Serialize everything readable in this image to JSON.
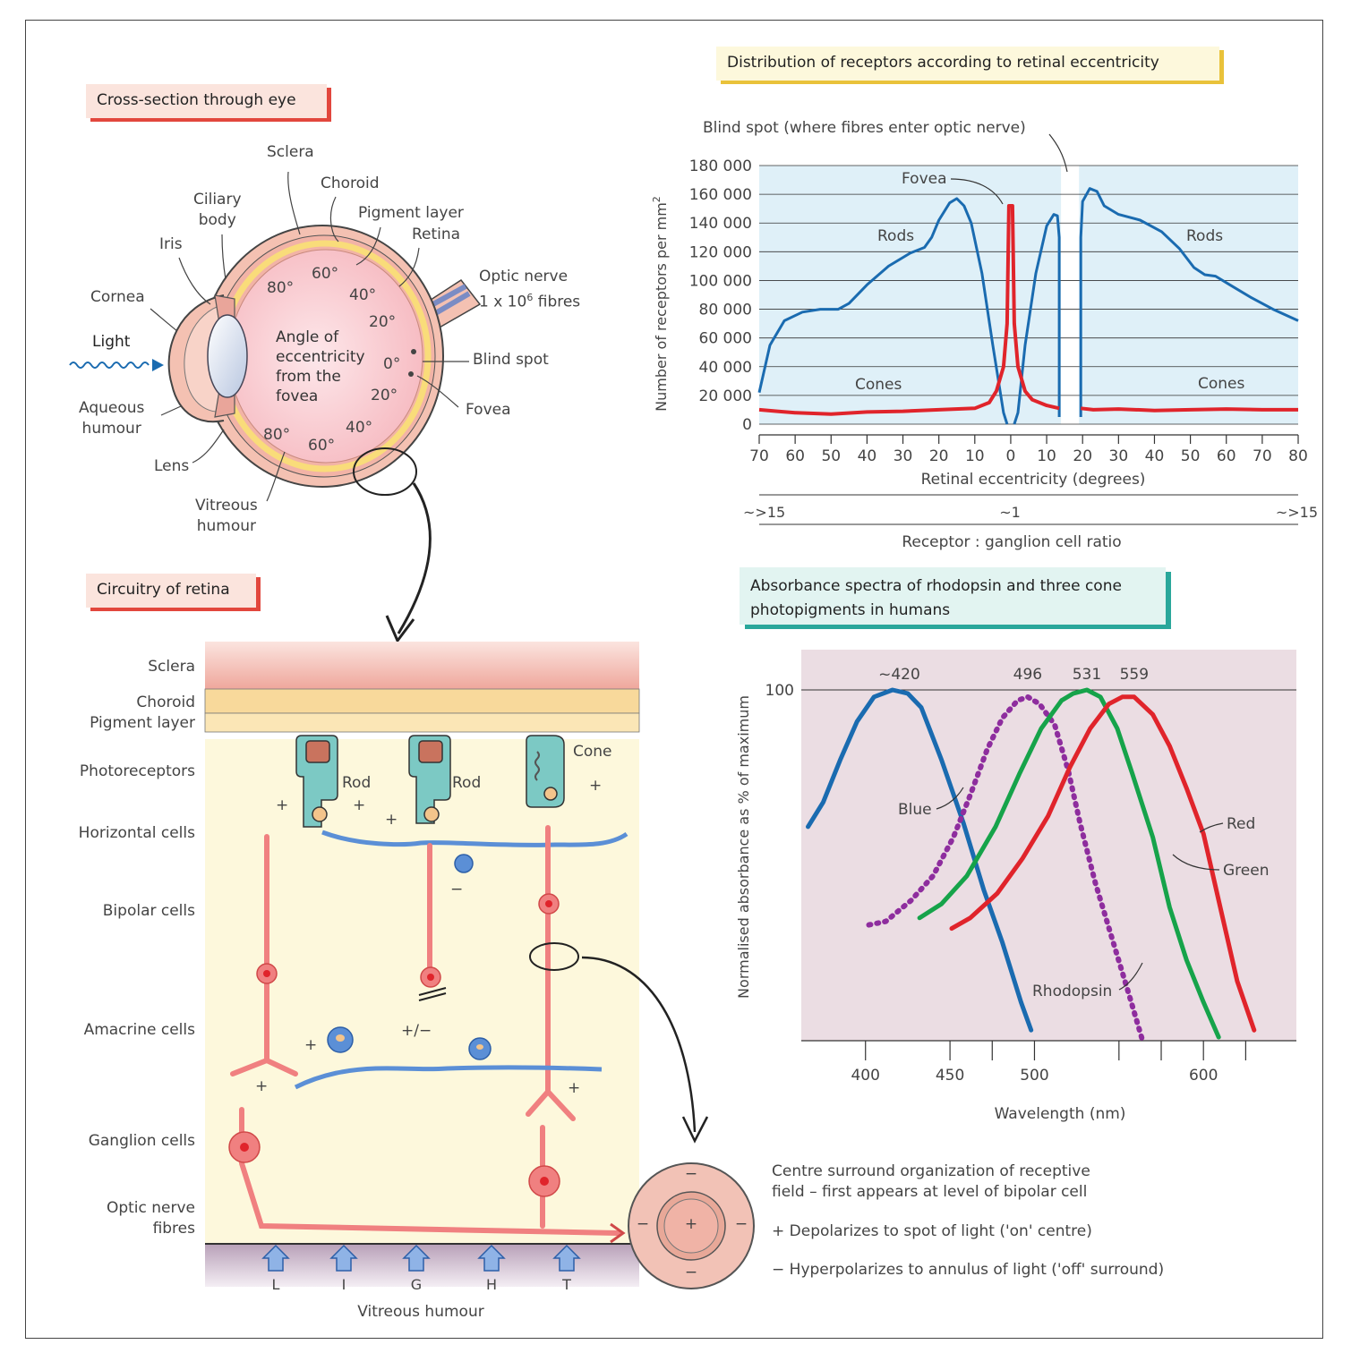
{
  "titles": {
    "cross_section": "Cross-section through eye",
    "circuitry": "Circuitry of retina",
    "distribution": "Distribution of receptors according to retinal eccentricity",
    "absorbance_line1": "Absorbance spectra of rhodopsin and three cone",
    "absorbance_line2": "photopigments in humans"
  },
  "eye_labels": {
    "sclera": "Sclera",
    "choroid": "Choroid",
    "ciliary_body_1": "Ciliary",
    "ciliary_body_2": "body",
    "pigment_layer": "Pigment layer",
    "retina": "Retina",
    "iris": "Iris",
    "cornea": "Cornea",
    "optic_nerve_1": "Optic nerve",
    "optic_nerve_2": "1 x 10",
    "optic_nerve_exp": "6",
    "optic_nerve_3": " fibres",
    "light": "Light",
    "aqueous_1": "Aqueous",
    "aqueous_2": "humour",
    "lens": "Lens",
    "vitreous_1": "Vitreous",
    "vitreous_2": "humour",
    "blind_spot": "Blind spot",
    "fovea": "Fovea",
    "angle_1": "Angle of",
    "angle_2": "eccentricity",
    "angle_3": "from the",
    "angle_4": "fovea",
    "deg_80a": "80°",
    "deg_60a": "60°",
    "deg_40a": "40°",
    "deg_20a": "20°",
    "deg_0": "0°",
    "deg_20b": "20°",
    "deg_40b": "40°",
    "deg_60b": "60°",
    "deg_80b": "80°"
  },
  "retina_layers": {
    "sclera": "Sclera",
    "choroid": "Choroid",
    "pigment": "Pigment layer",
    "photoreceptors": "Photoreceptors",
    "horizontal": "Horizontal cells",
    "bipolar": "Bipolar cells",
    "amacrine": "Amacrine cells",
    "ganglion": "Ganglion cells",
    "optic_1": "Optic nerve",
    "optic_2": "fibres",
    "vitreous": "Vitreous humour"
  },
  "retina_cells": {
    "rod1": "Rod",
    "rod2": "Rod",
    "cone": "Cone",
    "plus": "+",
    "minus": "−",
    "plusminus": "+/−"
  },
  "light_letters": [
    "L",
    "I",
    "G",
    "H",
    "T"
  ],
  "receptive_field": {
    "line1": "Centre surround organization of receptive",
    "line2": "field – first appears at level of bipolar cell",
    "on_sign": "+",
    "on_text": "Depolarizes to spot of light ('on' centre)",
    "off_sign": "−",
    "off_text": "Hyperpolarizes to annulus of light ('off' surround)",
    "centre_sign": "+",
    "surround_sign": "−"
  },
  "colors": {
    "rods": "#1a6bb0",
    "cones": "#e0242b",
    "blue": "#1a6bb0",
    "rhodopsin": "#8e2d9e",
    "green": "#16a34a",
    "red": "#e0242b",
    "chart_bg_receptors": "#dff0f8",
    "chart_bg_absorb": "#ebdde3",
    "neuron_red": "#f08080",
    "neuron_blue": "#5b8fd6",
    "receptor_teal": "#7cc9c4"
  },
  "chart_data": [
    {
      "type": "line",
      "title": "Distribution of receptors according to retinal eccentricity",
      "xlabel": "Retinal eccentricity (degrees)",
      "ylabel": "Number of receptors per mm²",
      "ylabel_main": "Number of receptors per mm",
      "ylabel_sup": "2",
      "x_ticks": [
        "70",
        "60",
        "50",
        "40",
        "30",
        "20",
        "10",
        "0",
        "10",
        "20",
        "30",
        "40",
        "50",
        "60",
        "70",
        "80"
      ],
      "x_tick_values": [
        -70,
        -60,
        -50,
        -40,
        -30,
        -20,
        -10,
        0,
        10,
        20,
        30,
        40,
        50,
        60,
        70,
        80
      ],
      "y_ticks": [
        "0",
        "20 000",
        "40 000",
        "60 000",
        "80 000",
        "100 000",
        "120 000",
        "140 000",
        "160 000",
        "180 000"
      ],
      "y_tick_values": [
        0,
        20000,
        40000,
        60000,
        80000,
        100000,
        120000,
        140000,
        160000,
        180000
      ],
      "xlim": [
        -70,
        80
      ],
      "ylim": [
        0,
        180000
      ],
      "grid": true,
      "blind_spot_range": [
        14,
        19
      ],
      "annotations": {
        "blind_spot": "Blind spot (where fibres enter optic nerve)",
        "fovea": "Fovea",
        "rods_left": "Rods",
        "rods_right": "Rods",
        "cones_left": "Cones",
        "cones_right": "Cones"
      },
      "series": [
        {
          "name": "Rods",
          "segments": [
            [
              [
                -70,
                22000
              ],
              [
                -67,
                55000
              ],
              [
                -63,
                72000
              ],
              [
                -58,
                78000
              ],
              [
                -53,
                80000
              ],
              [
                -48,
                80000
              ],
              [
                -45,
                84000
              ],
              [
                -40,
                97000
              ],
              [
                -34,
                110000
              ],
              [
                -28,
                119000
              ],
              [
                -24,
                123000
              ],
              [
                -22,
                130000
              ],
              [
                -20,
                142000
              ],
              [
                -17,
                154000
              ],
              [
                -15,
                157000
              ],
              [
                -13,
                152000
              ],
              [
                -11,
                140000
              ],
              [
                -8,
                105000
              ],
              [
                -5,
                55000
              ],
              [
                -2,
                8000
              ],
              [
                -1,
                0
              ]
            ],
            [
              [
                1,
                0
              ],
              [
                2,
                8000
              ],
              [
                4,
                55000
              ],
              [
                7,
                105000
              ],
              [
                10,
                138000
              ],
              [
                12,
                146000
              ],
              [
                13,
                145000
              ],
              [
                13.5,
                130000
              ],
              [
                13.5,
                5000
              ]
            ],
            [
              [
                19.5,
                5000
              ],
              [
                19.5,
                130000
              ],
              [
                20,
                155000
              ],
              [
                22,
                164000
              ],
              [
                24,
                162000
              ],
              [
                26,
                152000
              ],
              [
                30,
                146000
              ],
              [
                36,
                142000
              ],
              [
                42,
                134000
              ],
              [
                47,
                122000
              ],
              [
                51,
                109000
              ],
              [
                54,
                104000
              ],
              [
                57,
                103000
              ],
              [
                61,
                97000
              ],
              [
                67,
                88000
              ],
              [
                73,
                80000
              ],
              [
                80,
                72000
              ]
            ]
          ]
        },
        {
          "name": "Cones",
          "segments": [
            [
              [
                -70,
                10000
              ],
              [
                -65,
                9000
              ],
              [
                -60,
                8000
              ],
              [
                -50,
                7000
              ],
              [
                -40,
                8500
              ],
              [
                -30,
                9000
              ],
              [
                -20,
                10000
              ],
              [
                -10,
                11000
              ],
              [
                -6,
                15000
              ],
              [
                -4,
                23000
              ],
              [
                -2,
                40000
              ],
              [
                -1,
                70000
              ],
              [
                -0.5,
                152000
              ],
              [
                0.5,
                152000
              ],
              [
                1,
                70000
              ],
              [
                2,
                40000
              ],
              [
                4,
                23000
              ],
              [
                6,
                17000
              ],
              [
                10,
                13000
              ],
              [
                13.5,
                11000
              ]
            ],
            [
              [
                19.5,
                11000
              ],
              [
                23,
                10000
              ],
              [
                30,
                10500
              ],
              [
                40,
                9500
              ],
              [
                50,
                10000
              ],
              [
                60,
                10500
              ],
              [
                70,
                10000
              ],
              [
                80,
                10000
              ]
            ]
          ]
        }
      ],
      "ratio_axis": {
        "label": "Receptor : ganglion cell ratio",
        "left": "~>15",
        "middle": "~1",
        "right": "~>15"
      }
    },
    {
      "type": "line",
      "title": "Absorbance spectra of rhodopsin and three cone photopigments in humans",
      "xlabel": "Wavelength (nm)",
      "ylabel": "Normalised absorbance as % of maximum",
      "x_ticks": [
        "400",
        "450",
        "500",
        "600"
      ],
      "x_tick_values": [
        400,
        450,
        500,
        600
      ],
      "y_ticks": [
        "100"
      ],
      "y_tick_values": [
        100
      ],
      "xlim": [
        362,
        655
      ],
      "ylim": [
        0,
        100
      ],
      "peak_labels": [
        "~420",
        "496",
        "531",
        "559"
      ],
      "peak_values": [
        420,
        496,
        531,
        559
      ],
      "series": [
        {
          "name": "Blue",
          "style": "solid",
          "points": [
            [
              366,
              61
            ],
            [
              375,
              68
            ],
            [
              385,
              80
            ],
            [
              395,
              91
            ],
            [
              405,
              98
            ],
            [
              416,
              100
            ],
            [
              425,
              99
            ],
            [
              433,
              95
            ],
            [
              445,
              80
            ],
            [
              458,
              62
            ],
            [
              470,
              43
            ],
            [
              481,
              28
            ],
            [
              492,
              11
            ],
            [
              498,
              3
            ]
          ]
        },
        {
          "name": "Rhodopsin",
          "style": "dotted",
          "points": [
            [
              402,
              33
            ],
            [
              412,
              34
            ],
            [
              427,
              40
            ],
            [
              440,
              47
            ],
            [
              452,
              58
            ],
            [
              462,
              70
            ],
            [
              472,
              83
            ],
            [
              481,
              92
            ],
            [
              490,
              97
            ],
            [
              496,
              98
            ],
            [
              503,
              96
            ],
            [
              512,
              90
            ],
            [
              520,
              77
            ],
            [
              527,
              62
            ],
            [
              536,
              45
            ],
            [
              546,
              29
            ],
            [
              556,
              13
            ],
            [
              564,
              0
            ]
          ]
        },
        {
          "name": "Green",
          "style": "solid",
          "points": [
            [
              432,
              35
            ],
            [
              445,
              39
            ],
            [
              460,
              47
            ],
            [
              477,
              61
            ],
            [
              491,
              76
            ],
            [
              504,
              89
            ],
            [
              516,
              97
            ],
            [
              523,
              99
            ],
            [
              531,
              100
            ],
            [
              539,
              98
            ],
            [
              549,
              89
            ],
            [
              558,
              76
            ],
            [
              570,
              58
            ],
            [
              580,
              38
            ],
            [
              590,
              23
            ],
            [
              600,
              11
            ],
            [
              609,
              1
            ]
          ]
        },
        {
          "name": "Red",
          "style": "solid",
          "points": [
            [
              451,
              32
            ],
            [
              462,
              35
            ],
            [
              478,
              42
            ],
            [
              493,
              52
            ],
            [
              508,
              64
            ],
            [
              521,
              78
            ],
            [
              533,
              89
            ],
            [
              544,
              96
            ],
            [
              552,
              98
            ],
            [
              559,
              98
            ],
            [
              570,
              93
            ],
            [
              580,
              84
            ],
            [
              590,
              72
            ],
            [
              600,
              59
            ],
            [
              609,
              40
            ],
            [
              620,
              17
            ],
            [
              630,
              3
            ]
          ]
        }
      ],
      "curve_labels": {
        "blue": "Blue",
        "rhodopsin": "Rhodopsin",
        "red": "Red",
        "green": "Green"
      }
    }
  ]
}
